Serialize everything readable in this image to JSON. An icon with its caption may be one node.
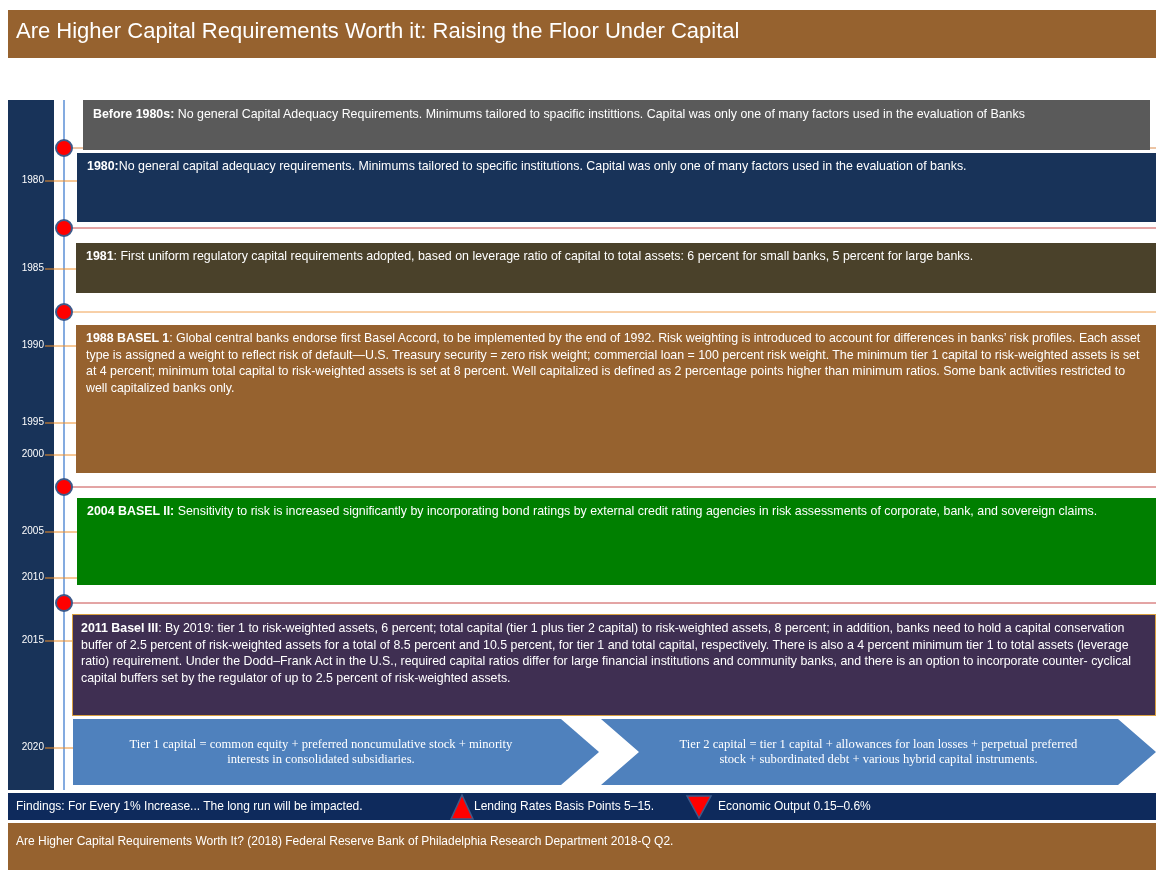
{
  "diagram": {
    "title": "Are Higher Capital Requirements Worth it: Raising the Floor Under Capital",
    "nodes": [
      {
        "text": [
          "**Before 1980s:** No general Capital Adequacy Requirements. Minimums tailored to spacific instittions. Capital was only one of many factors used in the evaluation of Banks"
        ]
      },
      {
        "text": [
          "**1980:**No general capital adequacy requirements. Minimums tailored to specific institutions. Capital was only one of many factors used in the evaluation of banks."
        ]
      },
      {
        "text": [
          "**1981**: First uniform regulatory capital requirements adopted, based on leverage ratio of capital to total assets: 6 percent for small banks, 5 percent for large banks."
        ]
      },
      {
        "text": [
          "**1988 BASEL 1**: Global central banks endorse first Basel Accord, to be implemented by the end of 1992. Risk weighting is introduced to account for differences in banks’ risk profiles. Each asset type is assigned a weight to reflect risk of default—U.S. Treasury security = zero risk weight; commercial loan = 100 percent risk weight. The minimum tier 1 capital to risk-weighted assets is set at 4 percent; minimum total capital to risk-weighted assets is set at 8 percent. Well capitalized is defined as 2 percentage points higher than minimum ratios. Some bank activities restricted to well capitalized banks only."
        ]
      },
      {
        "text": [
          "**2004 BASEL II:** Sensitivity to risk is increased significantly by incorporating bond ratings by external credit rating agencies in risk assessments of corporate, bank, and sovereign claims."
        ]
      },
      {
        "text": [
          "**2011 Basel III**: By 2019: tier 1 to risk-weighted assets, 6 percent; total capital (tier 1 plus tier 2 capital) to risk-weighted assets, 8 percent; in addition, banks need to hold a capital conservation buffer of 2.5 percent of risk-weighted assets for a total of 8.5 percent and 10.5 percent, for tier 1 and total capital, respectively. There is also a 4 percent minimum tier 1 to total assets (leverage ratio) requirement. Under the Dodd–Frank Act in the U.S., required capital ratios differ for large financial institutions and community banks, and there is an option to incorporate counter- cyclical capital buffers set by the regulator of up to 2.5 percent of risk-weighted assets."
        ]
      },
      {
        "text": [
          "Tier 1 capital = common equity + preferred noncumulative stock + minority interests in consolidated subsidiaries."
        ]
      },
      {
        "text": [
          "Tier 2 capital = tier 1 capital + allowances for loan losses + perpetual preferred stock + subordinated debt + various hybrid capital instruments."
        ]
      },
      {
        "text": [
          "1980"
        ]
      },
      {
        "text": [
          "1985"
        ]
      },
      {
        "text": [
          "1990"
        ]
      },
      {
        "text": [
          "1995"
        ]
      },
      {
        "text": [
          "2000"
        ]
      },
      {
        "text": [
          "2005"
        ]
      },
      {
        "text": [
          "2010"
        ]
      },
      {
        "text": [
          "2015"
        ]
      },
      {
        "text": [
          "2020"
        ]
      }
    ],
    "edges": [
      {
        "from": 8,
        "to": 1,
        "arrow": "none"
      },
      {
        "from": 9,
        "to": 2,
        "arrow": "none"
      },
      {
        "from": 10,
        "to": 3,
        "arrow": "none"
      },
      {
        "from": 11,
        "to": 3,
        "arrow": "none"
      },
      {
        "from": 12,
        "to": 3,
        "arrow": "none"
      },
      {
        "from": 13,
        "to": 4,
        "arrow": "none"
      },
      {
        "from": 14,
        "to": 4,
        "arrow": "none"
      },
      {
        "from": 15,
        "to": 5,
        "arrow": "none"
      },
      {
        "from": 16,
        "to": 6,
        "arrow": "none"
      }
    ],
    "labels": [
      "Findings: For Every 1% Increase... The long run will be impacted.",
      "Lending Rates Basis Points 5–15.",
      "Economic Output 0.15–0.6%",
      "Are Higher Capital Requirements Worth It? (2018) Federal Reserve Bank of Philadelphia Research Department 2018-Q Q2."
    ]
  }
}
